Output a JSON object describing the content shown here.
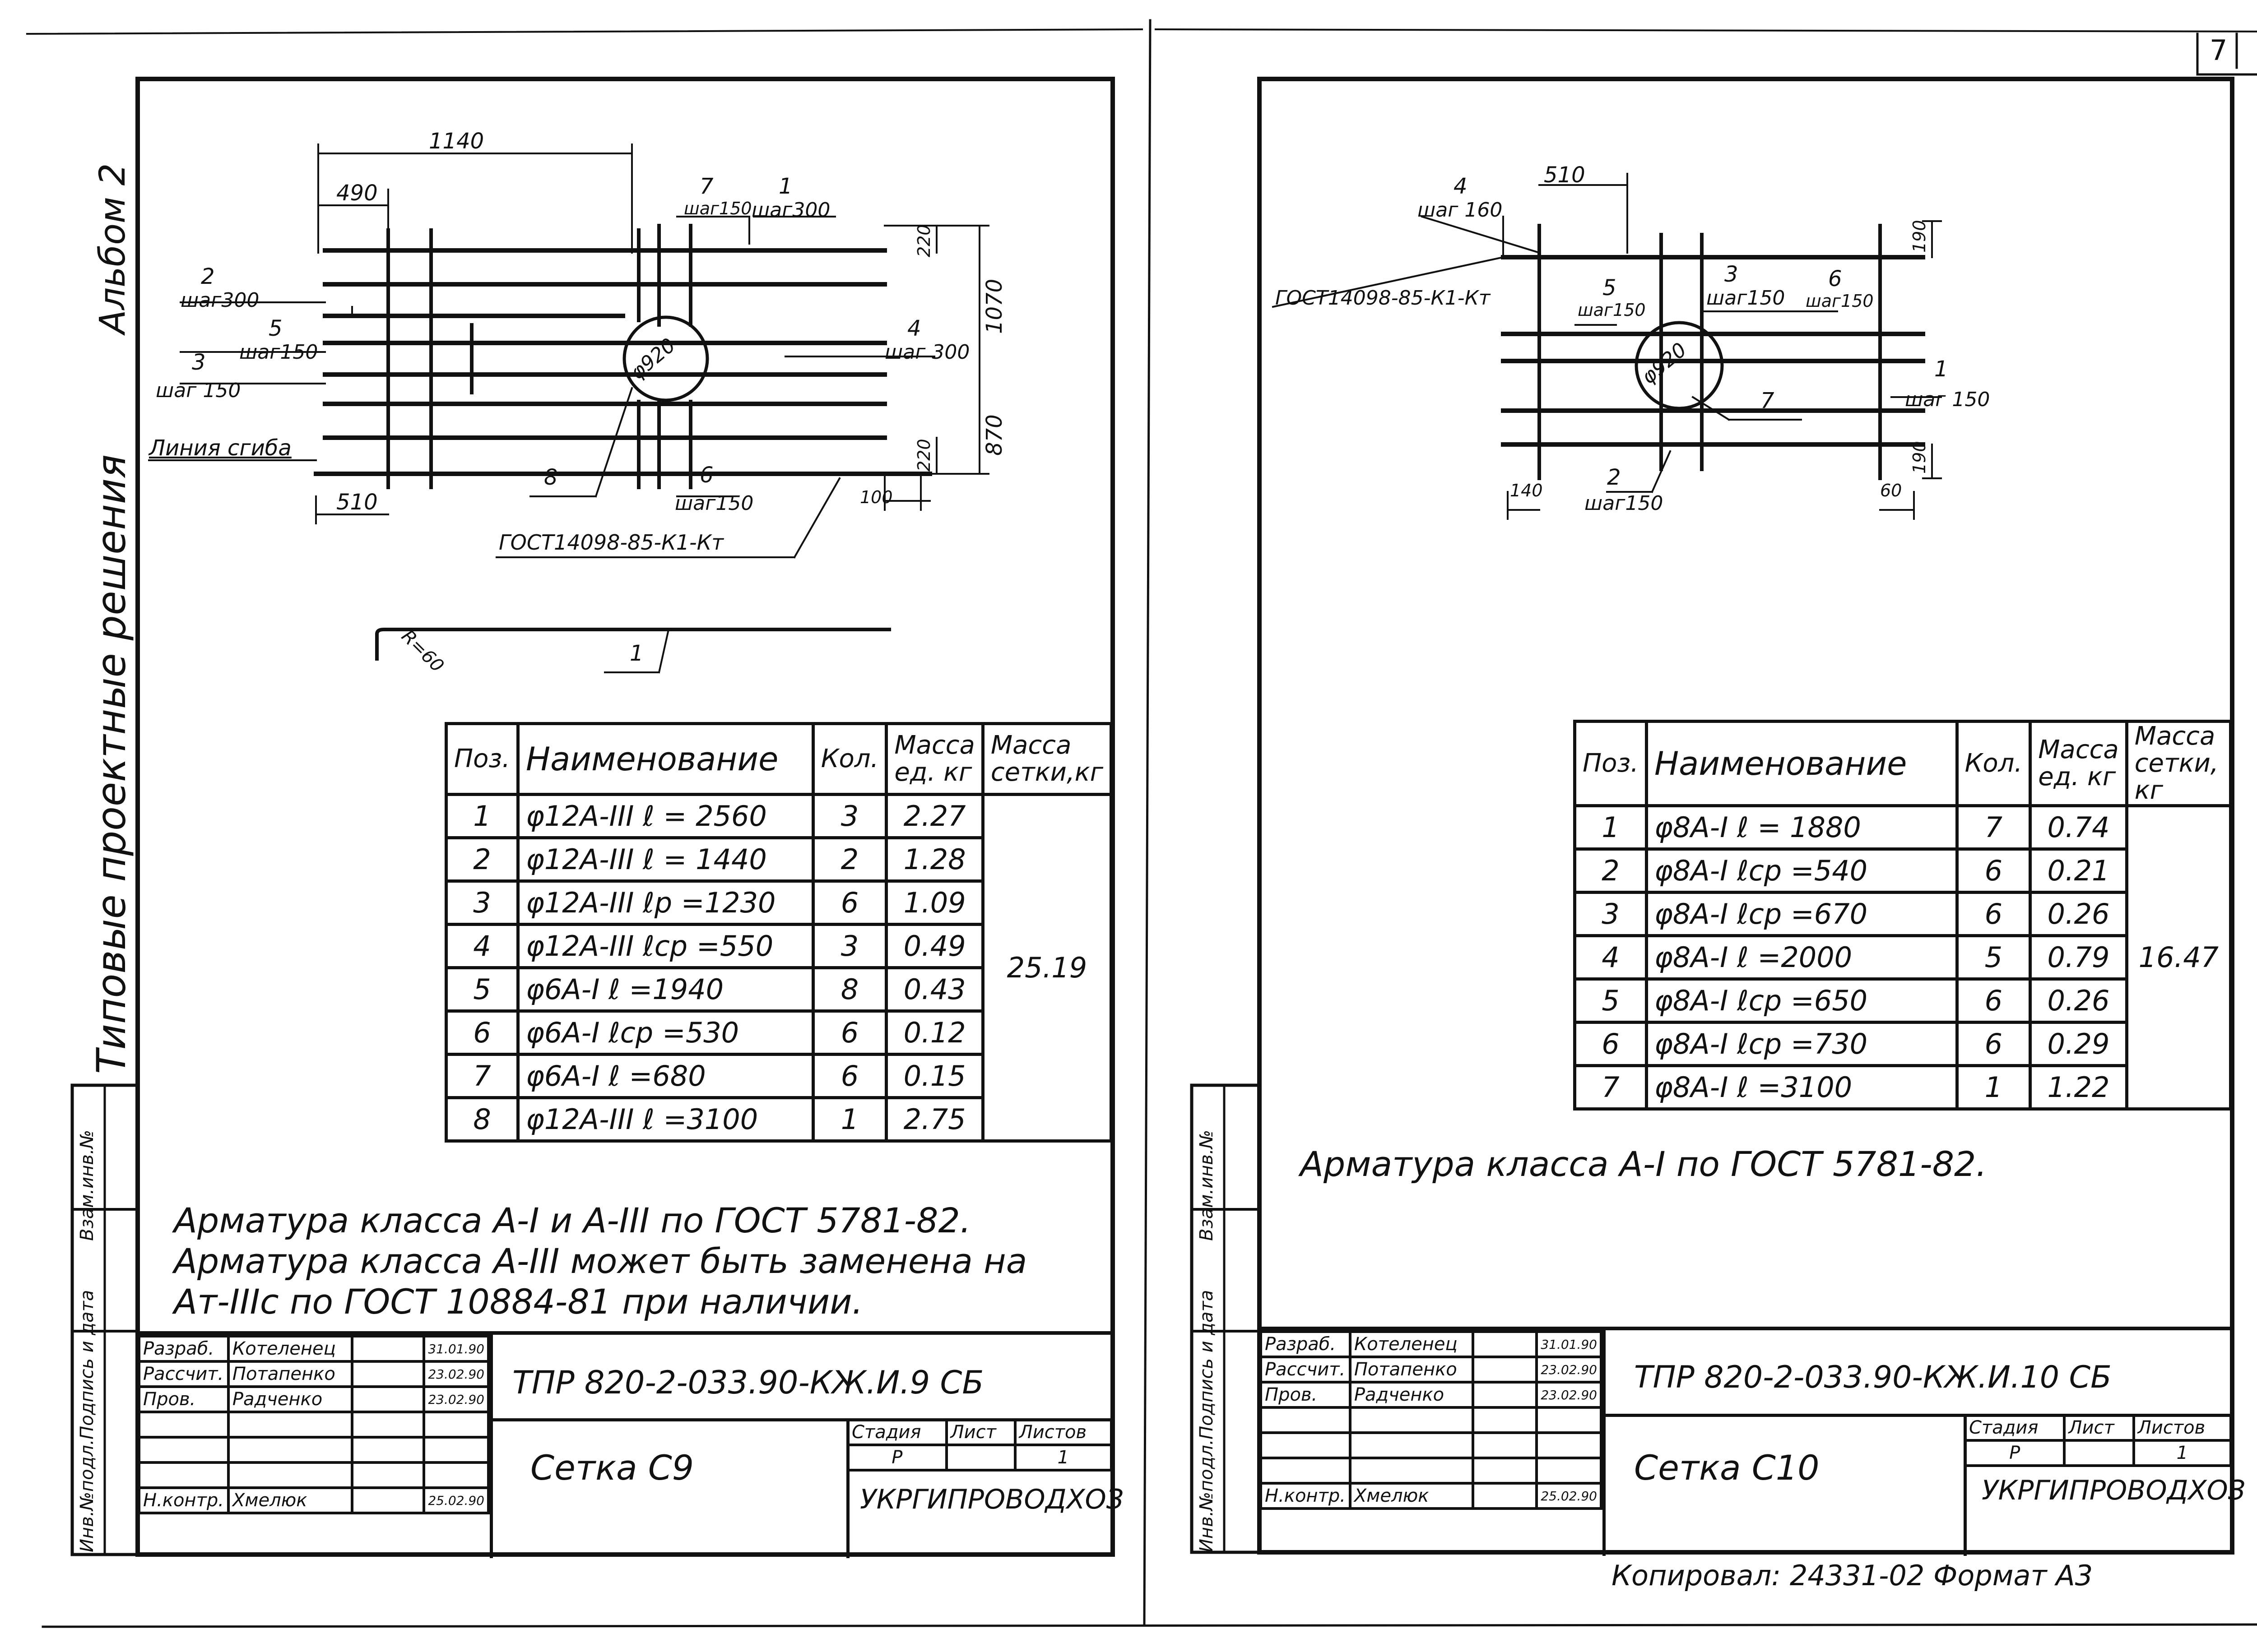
{
  "page_number": "7",
  "left": {
    "album": "Альбом 2",
    "series": "Типовые проектные решения",
    "side_stamp": [
      "Инв.№подл.",
      "Подпись и дата",
      "Взам.инв.№"
    ],
    "dims": {
      "d1140": "1140",
      "d490": "490",
      "d510": "510",
      "d220a": "220",
      "d220b": "220",
      "d1070": "1070",
      "d870": "870",
      "d100": "100",
      "dia": "φ920",
      "r60": "R=60"
    },
    "labels": {
      "p2": "2",
      "p2s": "шаг300",
      "p5": "5",
      "p5s": "шаг150",
      "p3": "3",
      "p3s": "шаг 150",
      "bend": "Линия сгиба",
      "p8": "8",
      "p6": "6",
      "p6s": "шаг150",
      "p7": "7",
      "p7s": "шаг150",
      "p1": "1",
      "p1s": "шаг300",
      "p4": "4",
      "p4s": "шаг 300",
      "gost": "ГОСТ14098-85-К1-Кт",
      "bent1": "1"
    },
    "table": {
      "headers": [
        "Поз.",
        "Наименование",
        "Кол.",
        "Масса ед. кг",
        "Масса сетки,кг"
      ],
      "rows": [
        [
          "1",
          "φ12А-ІІІ   ℓ = 2560",
          "3",
          "2.27"
        ],
        [
          "2",
          "φ12А-ІІІ   ℓ = 1440",
          "2",
          "1.28"
        ],
        [
          "3",
          "φ12А-ІІІ   ℓр =1230",
          "6",
          "1.09"
        ],
        [
          "4",
          "φ12А-ІІІ   ℓср =550",
          "3",
          "0.49"
        ],
        [
          "5",
          "φ6А-І    ℓ =1940",
          "8",
          "0.43"
        ],
        [
          "6",
          "φ6А-І    ℓср =530",
          "6",
          "0.12"
        ],
        [
          "7",
          "φ6А-І    ℓ =680",
          "6",
          "0.15"
        ],
        [
          "8",
          "φ12А-ІІІ   ℓ =3100",
          "1",
          "2.75"
        ]
      ],
      "total": "25.19"
    },
    "notes": [
      "Арматура класса А-І и А-ІІІ по ГОСТ 5781-82.",
      "Арматура класса А-ІІІ может быть заменена на",
      "Ат-ІІІс по ГОСТ 10884-81 при наличии."
    ],
    "titleblock": {
      "code": "ТПР 820-2-033.90-КЖ.И.9 СБ",
      "title": "Сетка С9",
      "org": "УКРГИПРОВОДХОЗ",
      "stage_h": "Стадия",
      "sheet_h": "Лист",
      "sheets_h": "Листов",
      "stage": "Р",
      "sheet": "1",
      "roles": [
        "Разраб.",
        "Рассчит.",
        "Пров.",
        "",
        "",
        "",
        "Н.контр."
      ],
      "names": [
        "Котеленец",
        "Потапенко",
        "Радченко",
        "",
        "",
        "",
        "Хмелюк"
      ],
      "dates": [
        "31.01.90",
        "23.02.90",
        "23.02.90",
        "",
        "",
        "",
        "25.02.90"
      ]
    }
  },
  "right": {
    "side_stamp": [
      "Инв.№подл.",
      "Подпись и дата",
      "Взам.инв.№"
    ],
    "dims": {
      "d510": "510",
      "d190a": "190",
      "d190b": "190",
      "d140": "140",
      "d60": "60",
      "dia": "φ920"
    },
    "labels": {
      "p4": "4",
      "p4s": "шаг 160",
      "gost": "ГОСТ14098-85-К1-Кт",
      "p5": "5",
      "p5s": "шаг150",
      "p3": "3",
      "p3s": "шаг150",
      "p6": "6",
      "p6s": "шаг150",
      "p7": "7",
      "p1": "1",
      "p1s": "шаг 150",
      "p2": "2",
      "p2s": "шаг150"
    },
    "table": {
      "headers": [
        "Поз.",
        "Наименование",
        "Кол.",
        "Масса ед. кг",
        "Масса сетки, кг"
      ],
      "rows": [
        [
          "1",
          "φ8А-І   ℓ = 1880",
          "7",
          "0.74"
        ],
        [
          "2",
          "φ8А-І   ℓср =540",
          "6",
          "0.21"
        ],
        [
          "3",
          "φ8А-І   ℓср =670",
          "6",
          "0.26"
        ],
        [
          "4",
          "φ8А-І   ℓ =2000",
          "5",
          "0.79"
        ],
        [
          "5",
          "φ8А-І   ℓср =650",
          "6",
          "0.26"
        ],
        [
          "6",
          "φ8А-І   ℓср =730",
          "6",
          "0.29"
        ],
        [
          "7",
          "φ8А-І   ℓ =3100",
          "1",
          "1.22"
        ]
      ],
      "total": "16.47"
    },
    "notes": [
      "Арматура класса А-І по ГОСТ 5781-82."
    ],
    "titleblock": {
      "code": "ТПР 820-2-033.90-КЖ.И.10 СБ",
      "title": "Сетка С10",
      "org": "УКРГИПРОВОДХОЗ",
      "stage_h": "Стадия",
      "sheet_h": "Лист",
      "sheets_h": "Листов",
      "stage": "Р",
      "sheet": "1",
      "roles": [
        "Разраб.",
        "Рассчит.",
        "Пров.",
        "",
        "",
        "",
        "Н.контр."
      ],
      "names": [
        "Котеленец",
        "Потапенко",
        "Радченко",
        "",
        "",
        "",
        "Хмелюк"
      ],
      "dates": [
        "31.01.90",
        "23.02.90",
        "23.02.90",
        "",
        "",
        "",
        "25.02.90"
      ]
    },
    "footer": "Копировал:         24331-02   Формат А3"
  }
}
